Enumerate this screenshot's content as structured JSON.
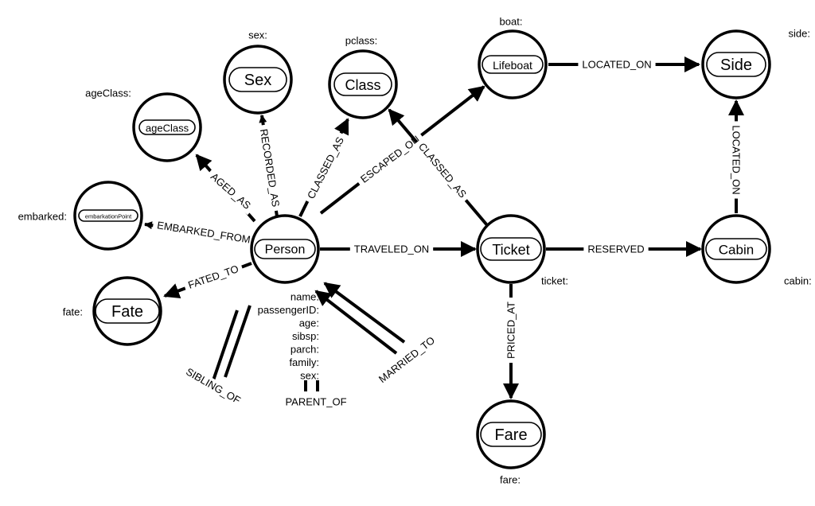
{
  "nodes": [
    {
      "id": "person",
      "label": "Person",
      "prop": ""
    },
    {
      "id": "sex",
      "label": "Sex",
      "prop": "sex:"
    },
    {
      "id": "class",
      "label": "Class",
      "prop": "pclass:"
    },
    {
      "id": "ageclass",
      "label": "ageClass",
      "prop": "ageClass:"
    },
    {
      "id": "embark",
      "label": "embarkationPoint",
      "prop": "embarked:"
    },
    {
      "id": "fate",
      "label": "Fate",
      "prop": "fate:"
    },
    {
      "id": "lifeboat",
      "label": "Lifeboat",
      "prop": "boat:"
    },
    {
      "id": "side",
      "label": "Side",
      "prop": "side:"
    },
    {
      "id": "ticket",
      "label": "Ticket",
      "prop": "ticket:"
    },
    {
      "id": "cabin",
      "label": "Cabin",
      "prop": "cabin:"
    },
    {
      "id": "fare",
      "label": "Fare",
      "prop": "fare:"
    }
  ],
  "edges": [
    {
      "id": "traveled_on",
      "label": "TRAVELED_ON"
    },
    {
      "id": "reserved",
      "label": "RESERVED"
    },
    {
      "id": "priced_at",
      "label": "PRICED_AT"
    },
    {
      "id": "escaped_on",
      "label": "ESCAPED_ON"
    },
    {
      "id": "classed_as_ticket",
      "label": "CLASSED_AS"
    },
    {
      "id": "classed_as_person",
      "label": "CLASSED_AS"
    },
    {
      "id": "recorded_as",
      "label": "RECORDED_AS"
    },
    {
      "id": "aged_as",
      "label": "AGED_AS"
    },
    {
      "id": "embarked_from",
      "label": "EMBARKED_FROM"
    },
    {
      "id": "fated_to",
      "label": "FATED_TO"
    },
    {
      "id": "located_on_boat",
      "label": "LOCATED_ON"
    },
    {
      "id": "located_on_cabin",
      "label": "LOCATED_ON"
    },
    {
      "id": "sibling_of",
      "label": "SIBLING_OF"
    },
    {
      "id": "parent_of",
      "label": "PARENT_OF"
    },
    {
      "id": "married_to",
      "label": "MARRIED_TO"
    }
  ],
  "person_properties": [
    "name:",
    "passengerID:",
    "age:",
    "sibsp:",
    "parch:",
    "family:",
    "sex:"
  ]
}
